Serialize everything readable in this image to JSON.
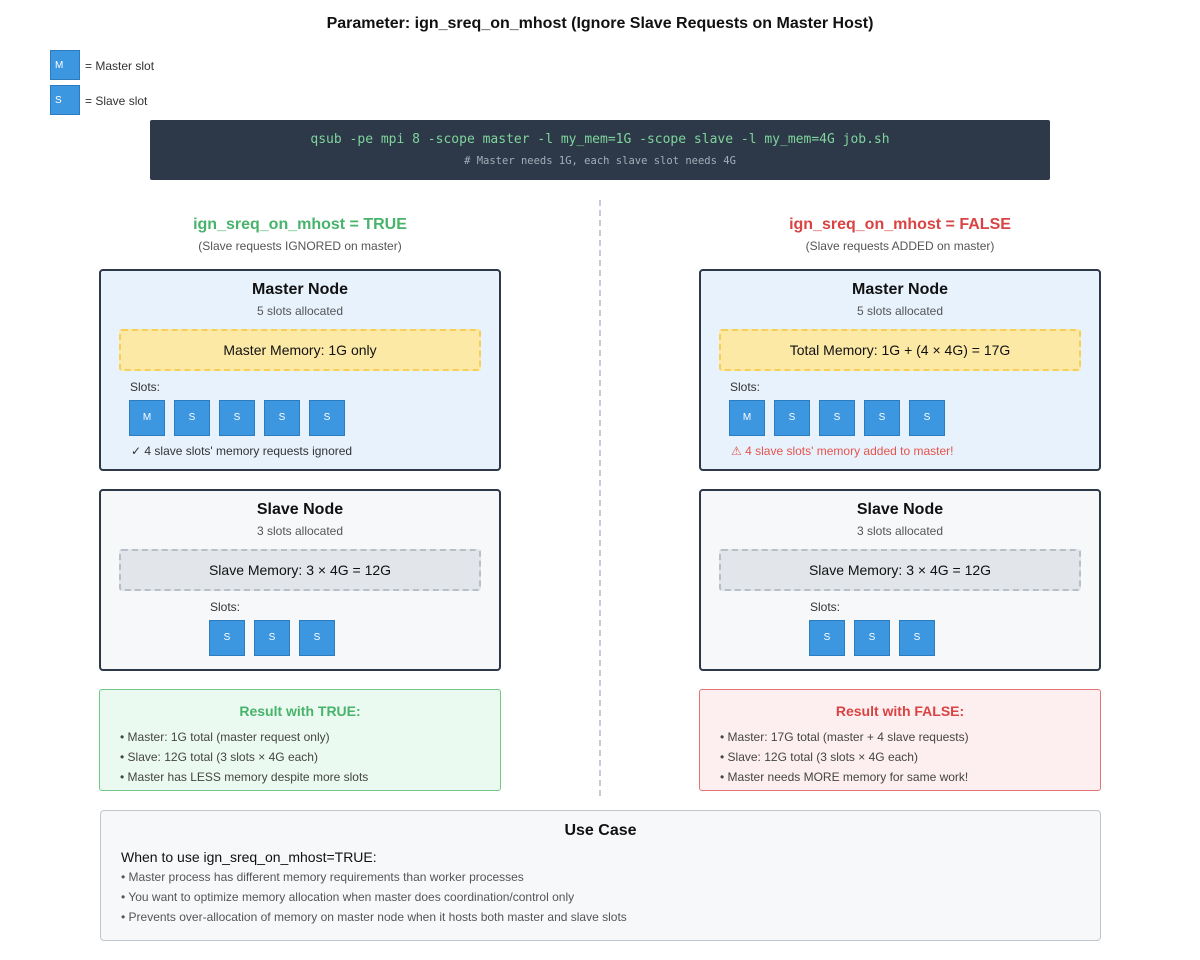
{
  "title": "Parameter: ign_sreq_on_mhost (Ignore Slave Requests on Master Host)",
  "legend": {
    "master": {
      "box": "M",
      "text": "= Master slot"
    },
    "slave": {
      "box": "S",
      "text": "= Slave slot"
    }
  },
  "command": {
    "line": "qsub -pe mpi 8 -scope master -l my_mem=1G -scope slave -l my_mem=4G job.sh",
    "comment": "# Master needs 1G, each slave slot needs 4G"
  },
  "colors": {
    "true_green": "#47b36b",
    "false_red": "#d94343",
    "slot_blue": "#3d97e0"
  },
  "left": {
    "heading": "ign_sreq_on_mhost = TRUE",
    "subheading": "(Slave requests IGNORED on master)",
    "master_node": {
      "title": "Master Node",
      "slots_allocated": "5 slots allocated",
      "memory": "Master Memory: 1G only",
      "slots_label": "Slots:",
      "slots": [
        "M",
        "S",
        "S",
        "S",
        "S"
      ],
      "note": "✓ 4 slave slots' memory requests ignored"
    },
    "slave_node": {
      "title": "Slave Node",
      "slots_allocated": "3 slots allocated",
      "memory": "Slave Memory: 3 × 4G = 12G",
      "slots_label": "Slots:",
      "slots": [
        "S",
        "S",
        "S"
      ]
    },
    "result": {
      "title": "Result with TRUE:",
      "items": [
        "• Master: 1G total (master request only)",
        "• Slave: 12G total (3 slots × 4G each)",
        "• Master has LESS memory despite more slots"
      ]
    }
  },
  "right": {
    "heading": "ign_sreq_on_mhost = FALSE",
    "subheading": "(Slave requests ADDED on master)",
    "master_node": {
      "title": "Master Node",
      "slots_allocated": "5 slots allocated",
      "memory": "Total Memory: 1G + (4 × 4G) = 17G",
      "slots_label": "Slots:",
      "slots": [
        "M",
        "S",
        "S",
        "S",
        "S"
      ],
      "note": "⚠ 4 slave slots' memory added to master!"
    },
    "slave_node": {
      "title": "Slave Node",
      "slots_allocated": "3 slots allocated",
      "memory": "Slave Memory: 3 × 4G = 12G",
      "slots_label": "Slots:",
      "slots": [
        "S",
        "S",
        "S"
      ]
    },
    "result": {
      "title": "Result with FALSE:",
      "items": [
        "• Master: 17G total (master + 4 slave requests)",
        "• Slave: 12G total (3 slots × 4G each)",
        "• Master needs MORE memory for same work!"
      ]
    }
  },
  "use_case": {
    "title": "Use Case",
    "subtitle": "When to use ign_sreq_on_mhost=TRUE:",
    "items": [
      "• Master process has different memory requirements than worker processes",
      "• You want to optimize memory allocation when master does coordination/control only",
      "• Prevents over-allocation of memory on master node when it hosts both master and slave slots"
    ]
  }
}
